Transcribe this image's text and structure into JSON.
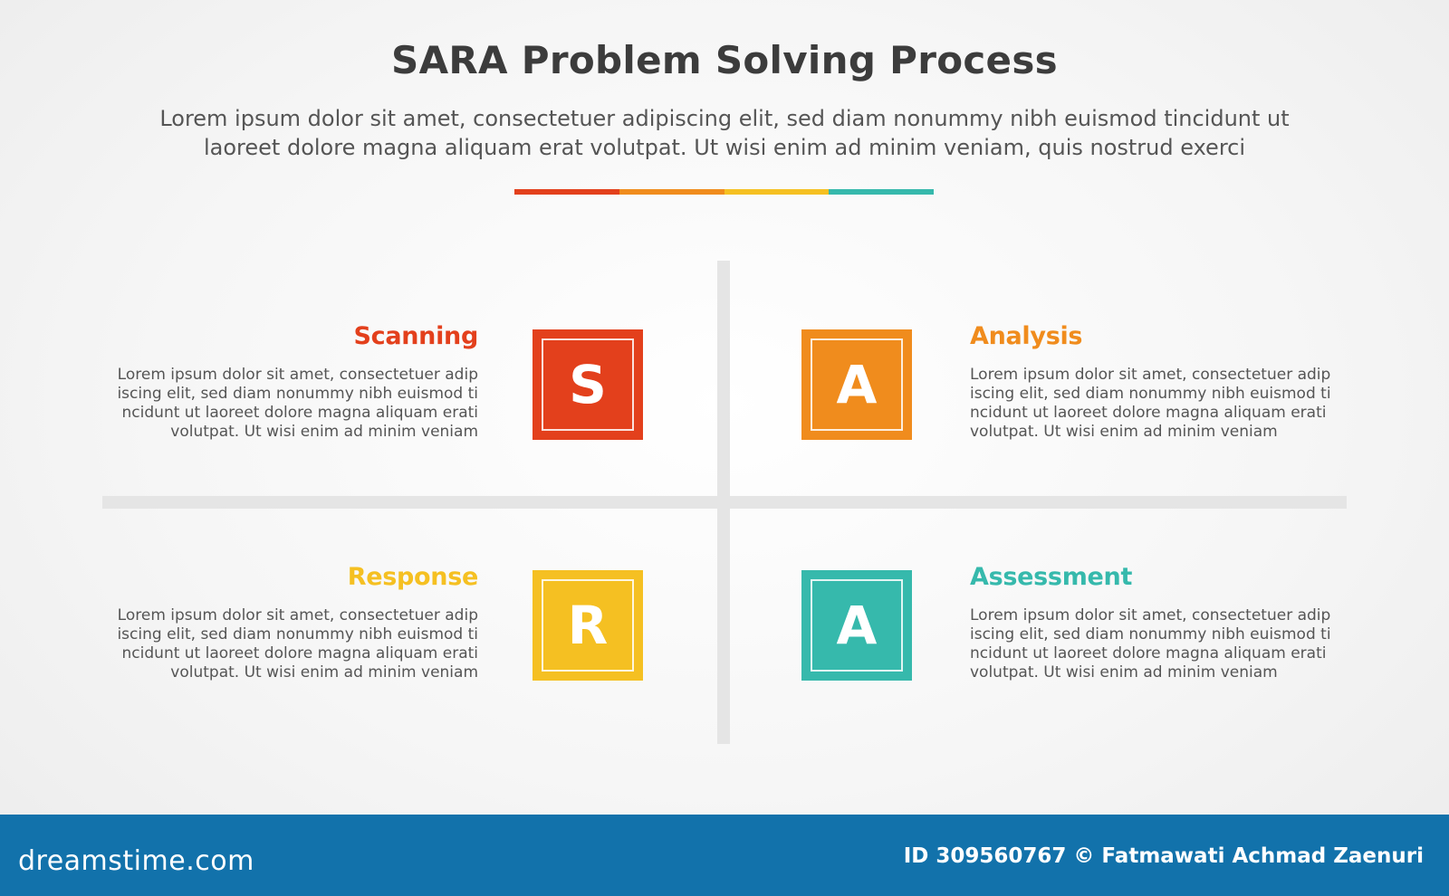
{
  "header": {
    "title": "SARA Problem Solving Process",
    "subtitle_line1": "Lorem ipsum dolor sit amet, consectetuer adipiscing elit, sed diam nonummy nibh euismod tincidunt ut",
    "subtitle_line2": "laoreet dolore magna aliquam erat volutpat. Ut wisi enim ad minim veniam, quis nostrud exerci"
  },
  "colors": {
    "scanning": "#e3401c",
    "analysis": "#f08c1d",
    "response": "#f5c022",
    "assessment": "#36b9ac",
    "divider": "#e5e5e5",
    "footer": "#1272ab"
  },
  "steps": [
    {
      "letter": "S",
      "label": "Scanning",
      "description": "Lorem ipsum dolor sit amet, consectetuer adip\niscing elit, sed diam nonummy nibh euismod ti\nncidunt ut laoreet dolore magna aliquam erati\nvolutpat. Ut wisi enim ad minim veniam"
    },
    {
      "letter": "A",
      "label": "Analysis",
      "description": "Lorem ipsum dolor sit amet, consectetuer adip\niscing elit, sed diam nonummy nibh euismod ti\nncidunt ut laoreet dolore magna aliquam erati\nvolutpat. Ut wisi enim ad minim veniam"
    },
    {
      "letter": "R",
      "label": "Response",
      "description": "Lorem ipsum dolor sit amet, consectetuer adip\niscing elit, sed diam nonummy nibh euismod ti\nncidunt ut laoreet dolore magna aliquam erati\nvolutpat. Ut wisi enim ad minim veniam"
    },
    {
      "letter": "A",
      "label": "Assessment",
      "description": "Lorem ipsum dolor sit amet, consectetuer adip\niscing elit, sed diam nonummy nibh euismod ti\nncidunt ut laoreet dolore magna aliquam erati\nvolutpat. Ut wisi enim ad minim veniam"
    }
  ],
  "footer": {
    "brand": "dreamstime.com",
    "credit": "ID 309560767 © Fatmawati  Achmad Zaenuri"
  }
}
